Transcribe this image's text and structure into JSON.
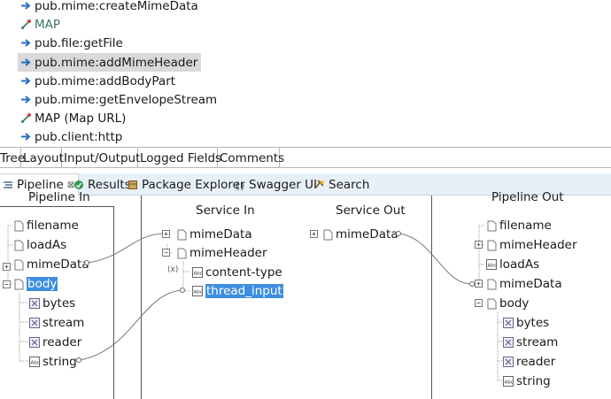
{
  "flow_steps": [
    {
      "label": "pub.mime:createMimeData",
      "icon": "invoke-arrow-icon"
    },
    {
      "label": "MAP",
      "icon": "map-icon"
    },
    {
      "label": "pub.file:getFile",
      "icon": "invoke-arrow-icon"
    },
    {
      "label": "pub.mime:addMimeHeader",
      "icon": "invoke-arrow-icon",
      "selected": true
    },
    {
      "label": "pub.mime:addBodyPart",
      "icon": "invoke-arrow-icon"
    },
    {
      "label": "pub.mime:getEnvelopeStream",
      "icon": "invoke-arrow-icon"
    },
    {
      "label": "MAP (Map URL)",
      "icon": "map-icon"
    },
    {
      "label": "pub.client:http",
      "icon": "invoke-arrow-icon"
    }
  ],
  "editor_tabs": [
    "Tree",
    "Layout",
    "Input/Output",
    "Logged Fields",
    "Comments"
  ],
  "view_tabs": [
    {
      "label": "Pipeline",
      "icon": "pipeline-icon",
      "active": true,
      "close": "⊠"
    },
    {
      "label": "Results",
      "icon": "results-icon"
    },
    {
      "label": "Package Explorer",
      "icon": "package-explorer-icon"
    },
    {
      "label": "Swagger UI",
      "icon": "swagger-icon"
    },
    {
      "label": "Search",
      "icon": "search-icon"
    }
  ],
  "pipeline": {
    "headers": {
      "pipeline_in": "Pipeline In",
      "service_in": "Service In",
      "service_out": "Service Out",
      "pipeline_out": "Pipeline Out"
    },
    "pipeline_in": [
      {
        "label": "filename",
        "type": "document"
      },
      {
        "label": "loadAs",
        "type": "document"
      },
      {
        "label": "mimeData",
        "type": "document"
      },
      {
        "label": "body",
        "type": "document"
      },
      {
        "label": "bytes",
        "type": "object"
      },
      {
        "label": "stream",
        "type": "object"
      },
      {
        "label": "reader",
        "type": "object"
      },
      {
        "label": "string",
        "type": "string"
      }
    ],
    "service_in": [
      {
        "label": "mimeData",
        "type": "document"
      },
      {
        "label": "mimeHeader",
        "type": "document"
      },
      {
        "label": "content-type",
        "type": "string"
      },
      {
        "label": "thread_input",
        "type": "string"
      }
    ],
    "service_out": [
      {
        "label": "mimeData",
        "type": "document"
      }
    ],
    "pipeline_out": [
      {
        "label": "filename",
        "type": "document"
      },
      {
        "label": "mimeHeader",
        "type": "document"
      },
      {
        "label": "loadAs",
        "type": "string"
      },
      {
        "label": "mimeData",
        "type": "document"
      },
      {
        "label": "body",
        "type": "document"
      },
      {
        "label": "bytes",
        "type": "object"
      },
      {
        "label": "stream",
        "type": "object"
      },
      {
        "label": "reader",
        "type": "object"
      },
      {
        "label": "string",
        "type": "string"
      }
    ]
  },
  "colors": {
    "selection": "#3d8ee0",
    "invoke_arrow": "#2b6fc2",
    "map_green": "#3b7a57",
    "tab_bar": "#e8f0f7"
  }
}
